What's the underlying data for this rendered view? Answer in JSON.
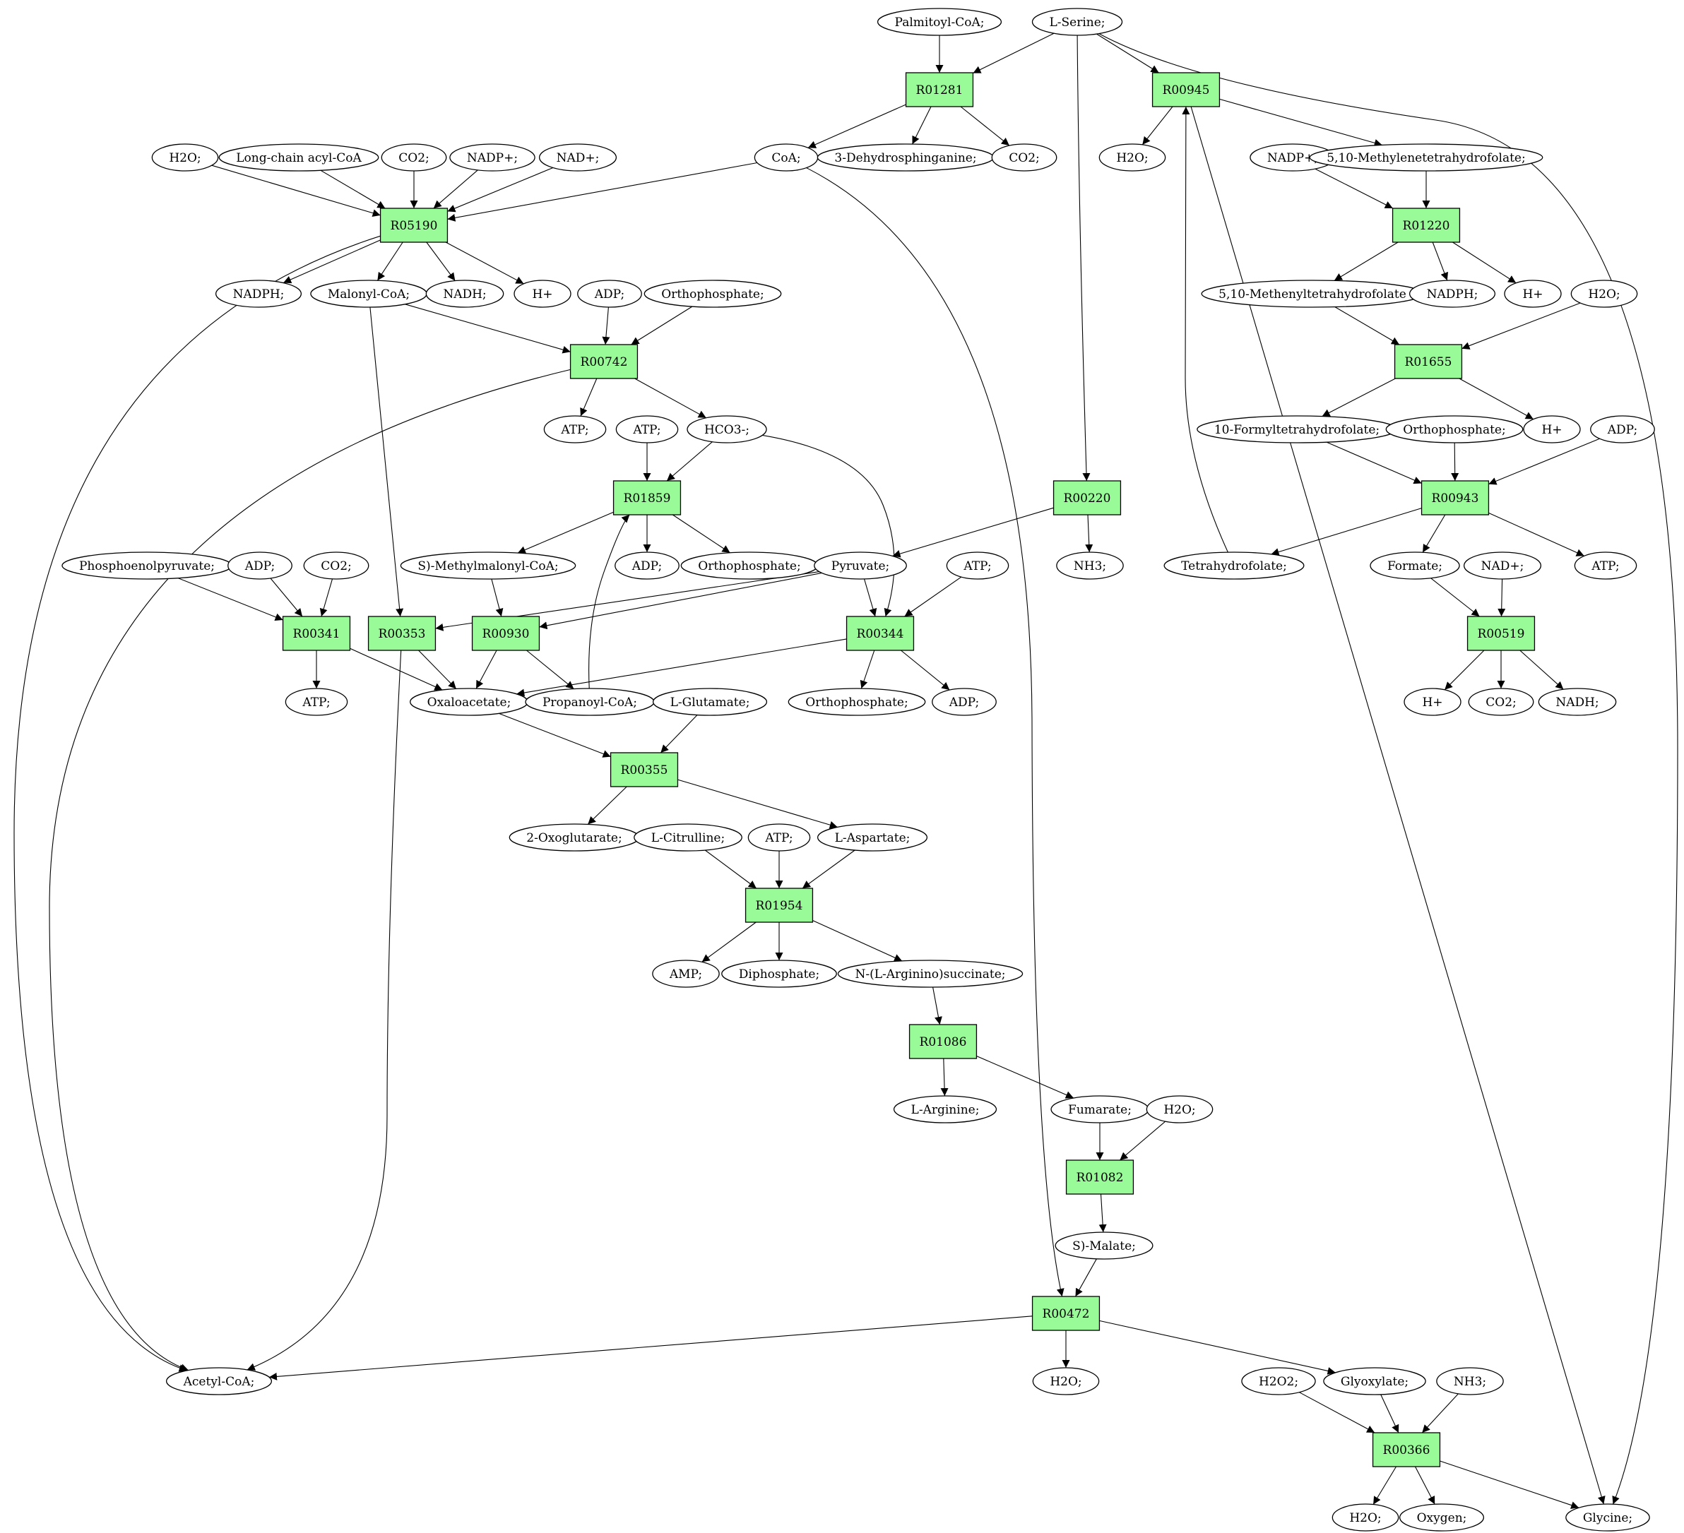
{
  "colors": {
    "reaction_fill": "#98fb98",
    "source_fill": "#00ee00",
    "target_fill": "#ffff00",
    "compound_fill": "#ffffff",
    "stroke": "#000000"
  },
  "nodes": [
    {
      "id": "serine",
      "label": "L-Serine;",
      "kind": "compound",
      "role": "source"
    },
    {
      "id": "palmitoyl",
      "label": "Palmitoyl-CoA;",
      "kind": "compound"
    },
    {
      "id": "R01281",
      "label": "R01281",
      "kind": "reaction"
    },
    {
      "id": "R00945",
      "label": "R00945",
      "kind": "reaction"
    },
    {
      "id": "coa",
      "label": "CoA;",
      "kind": "compound"
    },
    {
      "id": "dehydro",
      "label": "3-Dehydrosphinganine;",
      "kind": "compound"
    },
    {
      "id": "co2_a",
      "label": "CO2;",
      "kind": "compound"
    },
    {
      "id": "h2o_a",
      "label": "H2O;",
      "kind": "compound"
    },
    {
      "id": "h2o_b",
      "label": "H2O;",
      "kind": "compound"
    },
    {
      "id": "lcacyl",
      "label": "Long-chain acyl-CoA",
      "kind": "compound"
    },
    {
      "id": "co2_b",
      "label": "CO2;",
      "kind": "compound"
    },
    {
      "id": "nadp_a",
      "label": "NADP+;",
      "kind": "compound"
    },
    {
      "id": "nad_a",
      "label": "NAD+;",
      "kind": "compound"
    },
    {
      "id": "R05190",
      "label": "R05190",
      "kind": "reaction"
    },
    {
      "id": "nadp_b",
      "label": "NADP+;",
      "kind": "compound"
    },
    {
      "id": "mthf",
      "label": "5,10-Methylenetetrahydrofolate;",
      "kind": "compound"
    },
    {
      "id": "R01220",
      "label": "R01220",
      "kind": "reaction"
    },
    {
      "id": "nadph_a",
      "label": "NADPH;",
      "kind": "compound"
    },
    {
      "id": "malonyl",
      "label": "Malonyl-CoA;",
      "kind": "compound"
    },
    {
      "id": "nadh_a",
      "label": "NADH;",
      "kind": "compound"
    },
    {
      "id": "h_a",
      "label": "H+",
      "kind": "compound"
    },
    {
      "id": "adp_a",
      "label": "ADP;",
      "kind": "compound"
    },
    {
      "id": "pi_a",
      "label": "Orthophosphate;",
      "kind": "compound"
    },
    {
      "id": "methenyl",
      "label": "5,10-Methenyltetrahydrofolate",
      "kind": "compound"
    },
    {
      "id": "nadph_b",
      "label": "NADPH;",
      "kind": "compound"
    },
    {
      "id": "h_b",
      "label": "H+",
      "kind": "compound"
    },
    {
      "id": "h2o_c",
      "label": "H2O;",
      "kind": "compound"
    },
    {
      "id": "R00742",
      "label": "R00742",
      "kind": "reaction"
    },
    {
      "id": "R01655",
      "label": "R01655",
      "kind": "reaction"
    },
    {
      "id": "atp_a",
      "label": "ATP;",
      "kind": "compound"
    },
    {
      "id": "atp_b",
      "label": "ATP;",
      "kind": "compound"
    },
    {
      "id": "hco3",
      "label": "HCO3-;",
      "kind": "compound"
    },
    {
      "id": "formylthf",
      "label": "10-Formyltetrahydrofolate;",
      "kind": "compound"
    },
    {
      "id": "pi_b",
      "label": "Orthophosphate;",
      "kind": "compound"
    },
    {
      "id": "h_c",
      "label": "H+",
      "kind": "compound"
    },
    {
      "id": "adp_b",
      "label": "ADP;",
      "kind": "compound"
    },
    {
      "id": "R01859",
      "label": "R01859",
      "kind": "reaction"
    },
    {
      "id": "R00220",
      "label": "R00220",
      "kind": "reaction"
    },
    {
      "id": "R00943",
      "label": "R00943",
      "kind": "reaction"
    },
    {
      "id": "pep",
      "label": "Phosphoenolpyruvate;",
      "kind": "compound"
    },
    {
      "id": "adp_c",
      "label": "ADP;",
      "kind": "compound"
    },
    {
      "id": "co2_c",
      "label": "CO2;",
      "kind": "compound"
    },
    {
      "id": "smm",
      "label": "S)-Methylmalonyl-CoA;",
      "kind": "compound"
    },
    {
      "id": "adp_d",
      "label": "ADP;",
      "kind": "compound"
    },
    {
      "id": "pi_c",
      "label": "Orthophosphate;",
      "kind": "compound"
    },
    {
      "id": "pyruvate",
      "label": "Pyruvate;",
      "kind": "compound"
    },
    {
      "id": "atp_c",
      "label": "ATP;",
      "kind": "compound"
    },
    {
      "id": "nh3_a",
      "label": "NH3;",
      "kind": "compound"
    },
    {
      "id": "thf",
      "label": "Tetrahydrofolate;",
      "kind": "compound"
    },
    {
      "id": "formate",
      "label": "Formate;",
      "kind": "compound"
    },
    {
      "id": "nad_b",
      "label": "NAD+;",
      "kind": "compound"
    },
    {
      "id": "atp_d",
      "label": "ATP;",
      "kind": "compound"
    },
    {
      "id": "R00341",
      "label": "R00341",
      "kind": "reaction"
    },
    {
      "id": "R00353",
      "label": "R00353",
      "kind": "reaction"
    },
    {
      "id": "R00930",
      "label": "R00930",
      "kind": "reaction"
    },
    {
      "id": "R00344",
      "label": "R00344",
      "kind": "reaction"
    },
    {
      "id": "R00519",
      "label": "R00519",
      "kind": "reaction"
    },
    {
      "id": "atp_e",
      "label": "ATP;",
      "kind": "compound"
    },
    {
      "id": "oaa",
      "label": "Oxaloacetate;",
      "kind": "compound"
    },
    {
      "id": "propcoa",
      "label": "Propanoyl-CoA;",
      "kind": "compound"
    },
    {
      "id": "glu",
      "label": "L-Glutamate;",
      "kind": "compound"
    },
    {
      "id": "pi_d",
      "label": "Orthophosphate;",
      "kind": "compound"
    },
    {
      "id": "adp_e",
      "label": "ADP;",
      "kind": "compound"
    },
    {
      "id": "h_d",
      "label": "H+",
      "kind": "compound"
    },
    {
      "id": "co2_d",
      "label": "CO2;",
      "kind": "compound"
    },
    {
      "id": "nadh_b",
      "label": "NADH;",
      "kind": "compound"
    },
    {
      "id": "R00355",
      "label": "R00355",
      "kind": "reaction"
    },
    {
      "id": "oxoglut",
      "label": "2-Oxoglutarate;",
      "kind": "compound"
    },
    {
      "id": "citrulline",
      "label": "L-Citrulline;",
      "kind": "compound"
    },
    {
      "id": "atp_f",
      "label": "ATP;",
      "kind": "compound"
    },
    {
      "id": "asp",
      "label": "L-Aspartate;",
      "kind": "compound"
    },
    {
      "id": "R01954",
      "label": "R01954",
      "kind": "reaction"
    },
    {
      "id": "amp",
      "label": "AMP;",
      "kind": "compound"
    },
    {
      "id": "ppi",
      "label": "Diphosphate;",
      "kind": "compound"
    },
    {
      "id": "argsucc",
      "label": "N-(L-Arginino)succinate;",
      "kind": "compound"
    },
    {
      "id": "R01086",
      "label": "R01086",
      "kind": "reaction"
    },
    {
      "id": "arg",
      "label": "L-Arginine;",
      "kind": "compound"
    },
    {
      "id": "fumarate",
      "label": "Fumarate;",
      "kind": "compound"
    },
    {
      "id": "h2o_d",
      "label": "H2O;",
      "kind": "compound"
    },
    {
      "id": "R01082",
      "label": "R01082",
      "kind": "reaction"
    },
    {
      "id": "malate",
      "label": "S)-Malate;",
      "kind": "compound"
    },
    {
      "id": "R00472",
      "label": "R00472",
      "kind": "reaction"
    },
    {
      "id": "acetylcoa",
      "label": "Acetyl-CoA;",
      "kind": "compound"
    },
    {
      "id": "h2o_e",
      "label": "H2O;",
      "kind": "compound"
    },
    {
      "id": "h2o2",
      "label": "H2O2;",
      "kind": "compound"
    },
    {
      "id": "glyoxylate",
      "label": "Glyoxylate;",
      "kind": "compound"
    },
    {
      "id": "nh3_b",
      "label": "NH3;",
      "kind": "compound"
    },
    {
      "id": "R00366",
      "label": "R00366",
      "kind": "reaction"
    },
    {
      "id": "h2o_f",
      "label": "H2O;",
      "kind": "compound"
    },
    {
      "id": "oxygen",
      "label": "Oxygen;",
      "kind": "compound"
    },
    {
      "id": "glycine",
      "label": "Glycine;",
      "kind": "compound",
      "role": "target"
    }
  ],
  "edges": [
    [
      "palmitoyl",
      "R01281"
    ],
    [
      "serine",
      "R01281"
    ],
    [
      "serine",
      "R00945"
    ],
    [
      "serine",
      "R00220"
    ],
    [
      "serine",
      "glycine"
    ],
    [
      "R01281",
      "coa"
    ],
    [
      "R01281",
      "dehydro"
    ],
    [
      "R01281",
      "co2_a"
    ],
    [
      "R00945",
      "h2o_b"
    ],
    [
      "R00945",
      "mthf"
    ],
    [
      "R00945",
      "glycine"
    ],
    [
      "h2o_a",
      "R05190"
    ],
    [
      "lcacyl",
      "R05190"
    ],
    [
      "co2_b",
      "R05190"
    ],
    [
      "nadp_a",
      "R05190"
    ],
    [
      "nad_a",
      "R05190"
    ],
    [
      "coa",
      "R05190"
    ],
    [
      "coa",
      "R00472"
    ],
    [
      "R05190",
      "nadph_a"
    ],
    [
      "R05190",
      "malonyl"
    ],
    [
      "R05190",
      "nadh_a"
    ],
    [
      "R05190",
      "h_a"
    ],
    [
      "R05190",
      "acetylcoa"
    ],
    [
      "nadp_b",
      "R01220"
    ],
    [
      "mthf",
      "R01220"
    ],
    [
      "R01220",
      "methenyl"
    ],
    [
      "R01220",
      "nadph_b"
    ],
    [
      "R01220",
      "h_b"
    ],
    [
      "malonyl",
      "R00742"
    ],
    [
      "adp_a",
      "R00742"
    ],
    [
      "pi_a",
      "R00742"
    ],
    [
      "malonyl",
      "R00353"
    ],
    [
      "R00742",
      "atp_a"
    ],
    [
      "R00742",
      "hco3"
    ],
    [
      "R00742",
      "acetylcoa"
    ],
    [
      "methenyl",
      "R01655"
    ],
    [
      "h2o_c",
      "R01655"
    ],
    [
      "R01655",
      "formylthf"
    ],
    [
      "R01655",
      "h_c"
    ],
    [
      "atp_b",
      "R01859"
    ],
    [
      "hco3",
      "R01859"
    ],
    [
      "propcoa",
      "R01859"
    ],
    [
      "hco3",
      "R00344"
    ],
    [
      "R01859",
      "smm"
    ],
    [
      "R01859",
      "adp_d"
    ],
    [
      "R01859",
      "pi_c"
    ],
    [
      "R00220",
      "pyruvate"
    ],
    [
      "R00220",
      "nh3_a"
    ],
    [
      "formylthf",
      "R00943"
    ],
    [
      "pi_b",
      "R00943"
    ],
    [
      "adp_b",
      "R00943"
    ],
    [
      "R00943",
      "thf"
    ],
    [
      "R00943",
      "formate"
    ],
    [
      "R00943",
      "atp_d"
    ],
    [
      "thf",
      "R00945"
    ],
    [
      "pep",
      "R00341"
    ],
    [
      "adp_c",
      "R00341"
    ],
    [
      "co2_c",
      "R00341"
    ],
    [
      "R00341",
      "atp_e"
    ],
    [
      "R00341",
      "oaa"
    ],
    [
      "pyruvate",
      "R00353"
    ],
    [
      "R00353",
      "oaa"
    ],
    [
      "R00353",
      "acetylcoa"
    ],
    [
      "smm",
      "R00930"
    ],
    [
      "pyruvate",
      "R00930"
    ],
    [
      "R00930",
      "oaa"
    ],
    [
      "R00930",
      "propcoa"
    ],
    [
      "pyruvate",
      "R00344"
    ],
    [
      "atp_c",
      "R00344"
    ],
    [
      "R00344",
      "oaa"
    ],
    [
      "R00344",
      "pi_d"
    ],
    [
      "R00344",
      "adp_e"
    ],
    [
      "formate",
      "R00519"
    ],
    [
      "nad_b",
      "R00519"
    ],
    [
      "R00519",
      "h_d"
    ],
    [
      "R00519",
      "co2_d"
    ],
    [
      "R00519",
      "nadh_b"
    ],
    [
      "oaa",
      "R00355"
    ],
    [
      "glu",
      "R00355"
    ],
    [
      "R00355",
      "oxoglut"
    ],
    [
      "R00355",
      "asp"
    ],
    [
      "citrulline",
      "R01954"
    ],
    [
      "atp_f",
      "R01954"
    ],
    [
      "asp",
      "R01954"
    ],
    [
      "R01954",
      "amp"
    ],
    [
      "R01954",
      "ppi"
    ],
    [
      "R01954",
      "argsucc"
    ],
    [
      "argsucc",
      "R01086"
    ],
    [
      "R01086",
      "arg"
    ],
    [
      "R01086",
      "fumarate"
    ],
    [
      "fumarate",
      "R01082"
    ],
    [
      "h2o_d",
      "R01082"
    ],
    [
      "R01082",
      "malate"
    ],
    [
      "malate",
      "R00472"
    ],
    [
      "R00472",
      "acetylcoa"
    ],
    [
      "R00472",
      "h2o_e"
    ],
    [
      "R00472",
      "glyoxylate"
    ],
    [
      "h2o2",
      "R00366"
    ],
    [
      "glyoxylate",
      "R00366"
    ],
    [
      "nh3_b",
      "R00366"
    ],
    [
      "R00366",
      "h2o_f"
    ],
    [
      "R00366",
      "oxygen"
    ],
    [
      "R00366",
      "glycine"
    ]
  ]
}
